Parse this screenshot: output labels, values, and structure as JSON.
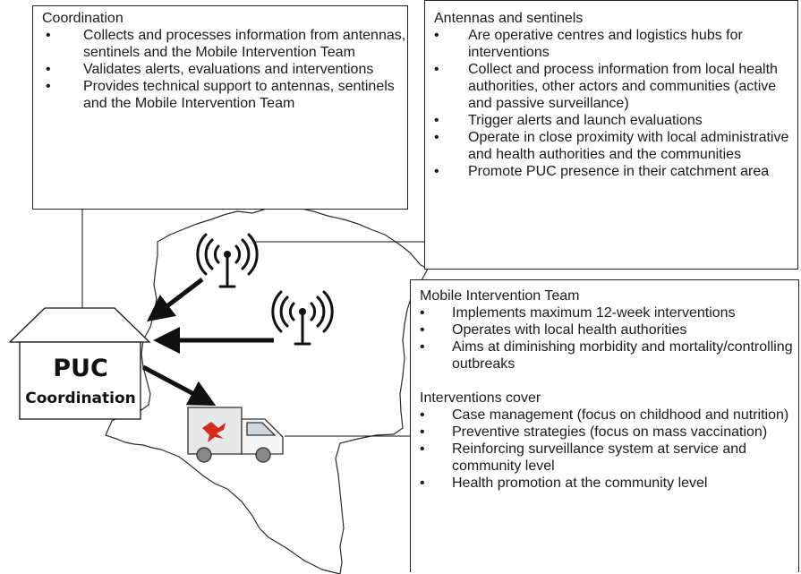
{
  "coordination": {
    "title": "Coordination",
    "items": [
      "Collects and processes information from antennas, sentinels and the Mobile Intervention Team",
      "Validates alerts, evaluations and interventions",
      "Provides technical support to antennas, sentinels and the Mobile Intervention Team"
    ]
  },
  "antennas": {
    "title": "Antennas and sentinels",
    "items": [
      "Are operative centres and logistics hubs for interventions",
      "Collect and process information from local health authorities, other actors and communities (active and passive surveillance)",
      "Trigger alerts and launch evaluations",
      "Operate in close proximity with local administrative and health authorities and the communities",
      "Promote PUC presence in their catchment area"
    ]
  },
  "mobile": {
    "title": "Mobile Intervention Team",
    "items": [
      "Implements maximum 12-week interventions",
      "Operates with local health authorities",
      "Aims at diminishing morbidity and mortality/controlling outbreaks"
    ],
    "interventions_title": "Interventions cover",
    "interventions": [
      "Case management (focus on childhood and nutrition)",
      "Preventive strategies (focus on mass vaccination)",
      "Reinforcing surveillance system at service and community level",
      "Health promotion at the community level"
    ]
  },
  "puc": {
    "label": "PUC",
    "sublabel": "Coordination"
  },
  "colors": {
    "msf_red": "#d62a20",
    "line": "#111111"
  },
  "icons": [
    "antenna-icon",
    "truck-icon",
    "msf-logo-icon",
    "house-icon",
    "map-outline"
  ]
}
